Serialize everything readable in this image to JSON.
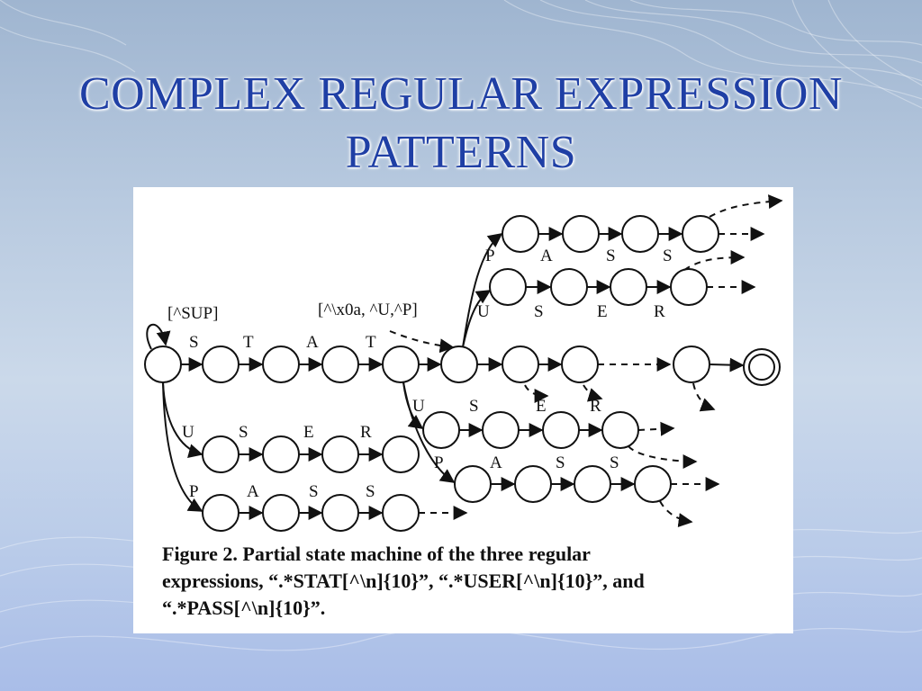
{
  "slide": {
    "title_line1": "COMPLEX REGULAR EXPRESSION",
    "title_line2": "PATTERNS"
  },
  "figure": {
    "bracket_labels": {
      "not_sup": "[^SUP]",
      "not_newline_u_p": "[^\\x0a, ^U,^P]"
    },
    "rows": {
      "stat": [
        "S",
        "T",
        "A",
        "T"
      ],
      "user_main": [
        "U",
        "S",
        "E",
        "R"
      ],
      "pass_main": [
        "P",
        "A",
        "S",
        "S"
      ],
      "pass_top": [
        "P",
        "A",
        "S",
        "S"
      ],
      "user_top": [
        "U",
        "S",
        "E",
        "R"
      ],
      "user_mid": [
        "U",
        "S",
        "E",
        "R"
      ],
      "pass_mid": [
        "P",
        "A",
        "S",
        "S"
      ]
    },
    "caption": {
      "line1": "Figure 2. Partial state machine of the three regular",
      "line2": "expressions, “.*STAT[^\\n]{10}”, “.*USER[^\\n]{10}”, and",
      "line3": "“.*PASS[^\\n]{10}”."
    }
  }
}
